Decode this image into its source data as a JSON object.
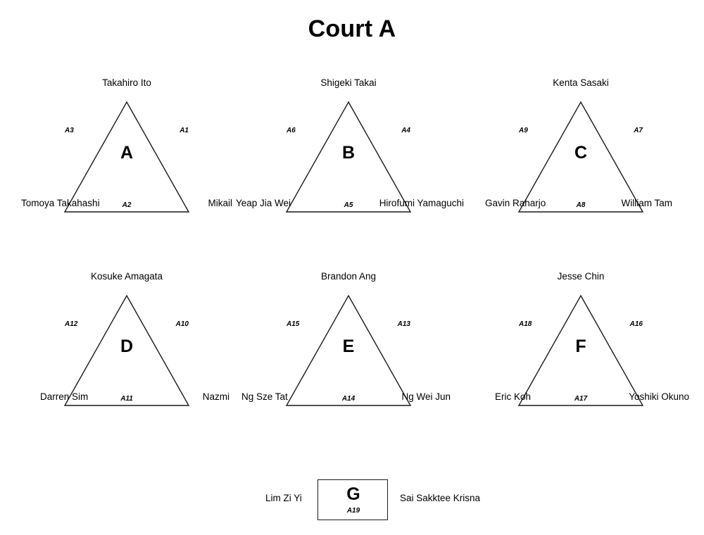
{
  "title": "Court A",
  "colors": {
    "background": "#ffffff",
    "stroke": "#1a1a1a",
    "text": "#000000"
  },
  "groups": [
    {
      "letter": "A",
      "top_name": "Takahiro Ito",
      "bottom_left_name": "Tomoya Takahashi",
      "bottom_right_name": "Mikail",
      "edge_left": "A3",
      "edge_right": "A1",
      "edge_bottom": "A2"
    },
    {
      "letter": "B",
      "top_name": "Shigeki Takai",
      "bottom_left_name": "Yeap Jia Wei",
      "bottom_right_name": "Hirofumi Yamaguchi",
      "edge_left": "A6",
      "edge_right": "A4",
      "edge_bottom": "A5"
    },
    {
      "letter": "C",
      "top_name": "Kenta Sasaki",
      "bottom_left_name": "Gavin Raharjo",
      "bottom_right_name": "William Tam",
      "edge_left": "A9",
      "edge_right": "A7",
      "edge_bottom": "A8"
    },
    {
      "letter": "D",
      "top_name": "Kosuke Amagata",
      "bottom_left_name": "Darren Sim",
      "bottom_right_name": "Nazmi",
      "edge_left": "A12",
      "edge_right": "A10",
      "edge_bottom": "A11"
    },
    {
      "letter": "E",
      "top_name": "Brandon Ang",
      "bottom_left_name": "Ng Sze Tat",
      "bottom_right_name": "Ng Wei Jun",
      "edge_left": "A15",
      "edge_right": "A13",
      "edge_bottom": "A14"
    },
    {
      "letter": "F",
      "top_name": "Jesse Chin",
      "bottom_left_name": "Eric Koh",
      "bottom_right_name": "Yoshiki Okuno",
      "edge_left": "A18",
      "edge_right": "A16",
      "edge_bottom": "A17"
    }
  ],
  "final_group": {
    "letter": "G",
    "edge_label": "A19",
    "left_name": "Lim Zi Yi",
    "right_name": "Sai Sakktee Krisna"
  }
}
